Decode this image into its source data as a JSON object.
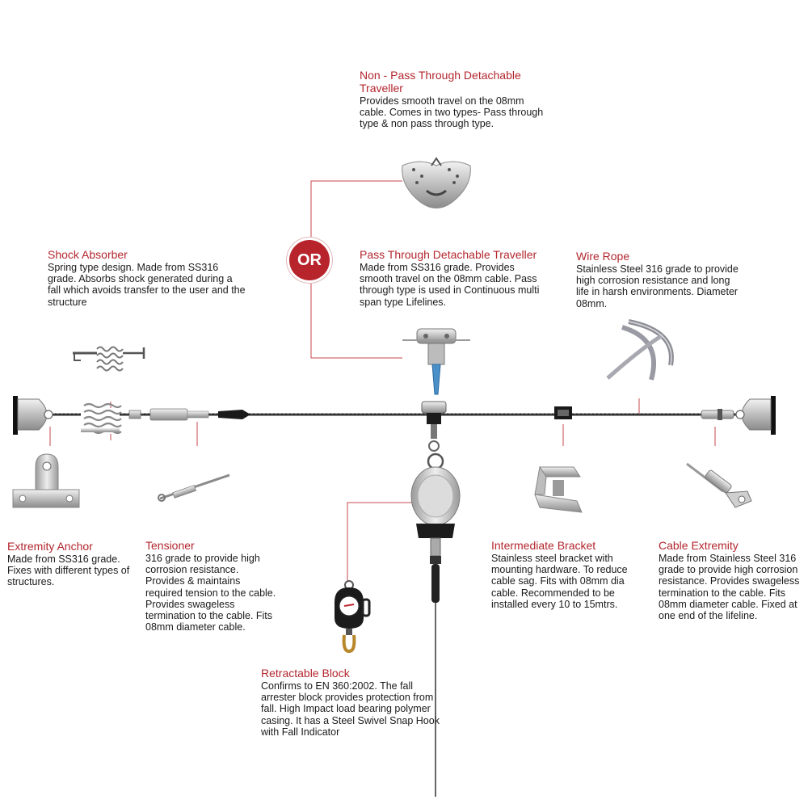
{
  "diagram": {
    "or_badge": "OR",
    "accent_color": "#b3262e",
    "components": {
      "non_pass_through_traveller": {
        "title": "Non - Pass Through Detachable Traveller",
        "description": "Provides smooth travel on the 08mm cable. Comes in two types- Pass through type & non pass through type."
      },
      "shock_absorber": {
        "title": "Shock Absorber",
        "description": "Spring type design. Made from SS316 grade. Absorbs shock generated during a fall which avoids transfer to the user and the structure"
      },
      "pass_through_traveller": {
        "title": "Pass Through Detachable Traveller",
        "description": "Made from SS316 grade. Provides smooth travel on the 08mm cable. Pass through type is used in Continuous multi span type Lifelines."
      },
      "wire_rope": {
        "title": "Wire Rope",
        "description": "Stainless Steel 316 grade to provide high corrosion resistance and long life in  harsh environments. Diameter 08mm."
      },
      "extremity_anchor": {
        "title": "Extremity Anchor",
        "description": "Made from SS316 grade. Fixes with different types of structures."
      },
      "tensioner": {
        "title": "Tensioner",
        "description": "316 grade to provide high corrosion resistance. Provides & maintains required tension to the cable. Provides swageless termination to the cable. Fits 08mm diameter cable."
      },
      "intermediate_bracket": {
        "title": "Intermediate Bracket",
        "description": "Stainless steel bracket with mounting hardware. To reduce cable sag. Fits with 08mm dia cable. Recommended to be installed every 10 to 15mtrs."
      },
      "cable_extremity": {
        "title": "Cable Extremity",
        "description": "Made from Stainless Steel 316 grade to provide high corrosion resistance. Provides swageless termination to the cable. Fits 08mm diameter cable. Fixed at one end of the lifeline."
      },
      "retractable_block": {
        "title": "Retractable Block",
        "description": "Confirms to EN 360:2002. The fall arrester block provides protection from fall. High Impact load bearing polymer casing. It has a Steel Swivel Snap Hook with Fall Indicator"
      }
    }
  }
}
